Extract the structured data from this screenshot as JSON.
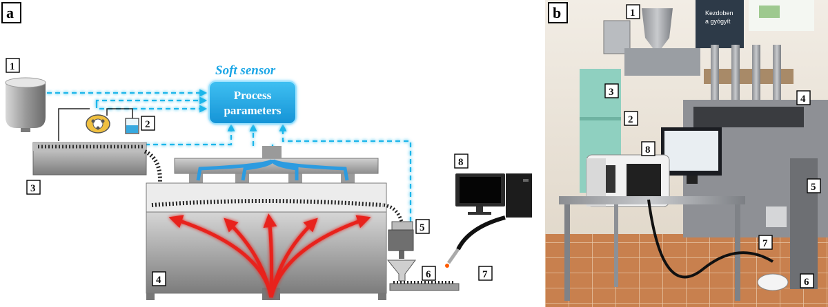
{
  "panel_a": {
    "panel_label": "a",
    "soft_sensor_title": "Soft sensor",
    "process_box_line1": "Process",
    "process_box_line2": "parameters",
    "component_numbers": [
      "1",
      "2",
      "3",
      "4",
      "5",
      "6",
      "7",
      "8"
    ]
  },
  "panel_b": {
    "panel_label": "b",
    "callout_numbers": [
      "1",
      "2",
      "3",
      "4",
      "5",
      "6",
      "7",
      "8"
    ],
    "sign_text_line1": "Kezdoben",
    "sign_text_line2": "a gyógyít"
  },
  "colors": {
    "signal_cyan": "#1bb6ea",
    "box_blue": "#1aa6e6",
    "heat_red": "#e8231e",
    "air_blue": "#2c9be0",
    "steel_gray": "#8a8a8a"
  }
}
